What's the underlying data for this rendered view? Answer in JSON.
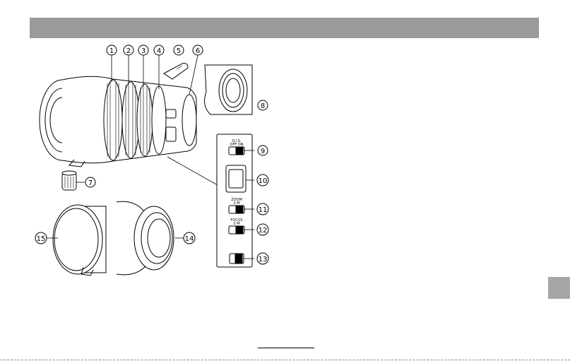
{
  "callouts": [
    "1",
    "2",
    "3",
    "4",
    "5",
    "6",
    "7",
    "8",
    "9",
    "10",
    "11",
    "12",
    "13",
    "14",
    "15"
  ],
  "switch_labels": {
    "ois": "O.I.S.",
    "ois_modes": "OFF  ON",
    "zoom": "ZOOM",
    "zoom_modes": "S  M",
    "focus": "FOCUS",
    "focus_modes": "S  M"
  },
  "colors": {
    "title_bar": "#9a9a9a",
    "side_tab": "#a6a6a6",
    "line": "#000000"
  }
}
